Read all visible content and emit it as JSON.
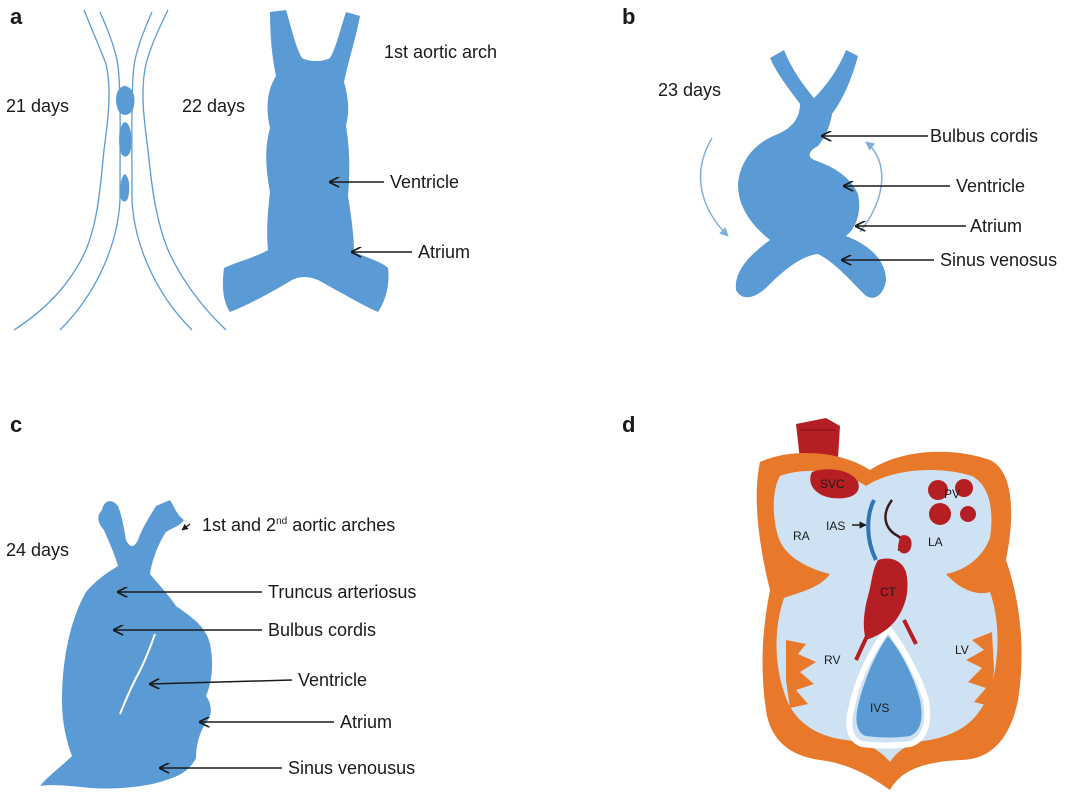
{
  "panels": {
    "a": {
      "label": "a",
      "stage1_label": "21 days",
      "stage2_label": "22 days",
      "callouts": [
        "1st aortic arch",
        "Ventricle",
        "Atrium"
      ]
    },
    "b": {
      "label": "b",
      "stage_label": "23 days",
      "callouts": [
        "Bulbus cordis",
        "Ventricle",
        "Atrium",
        "Sinus venosus"
      ]
    },
    "c": {
      "label": "c",
      "stage_label": "24 days",
      "arches_pre": "1st and 2",
      "arches_sup": "nd",
      "arches_post": " aortic arches",
      "callouts": [
        "Truncus arteriosus",
        "Bulbus cordis",
        "Ventricle",
        "Atrium",
        "Sinus venousus"
      ]
    },
    "d": {
      "label": "d",
      "structures": [
        "SVC",
        "PV",
        "RA",
        "IAS",
        "LA",
        "CT",
        "RV",
        "LV",
        "IVS"
      ]
    }
  },
  "colors": {
    "tube_blue": "#5b9bd5",
    "arrow_light_blue": "#7fb0dc",
    "myocardium_orange": "#e8792a",
    "cavity_light_blue": "#cfe2f3",
    "vessel_red": "#b51f24",
    "ink": "#1a1a1a"
  }
}
